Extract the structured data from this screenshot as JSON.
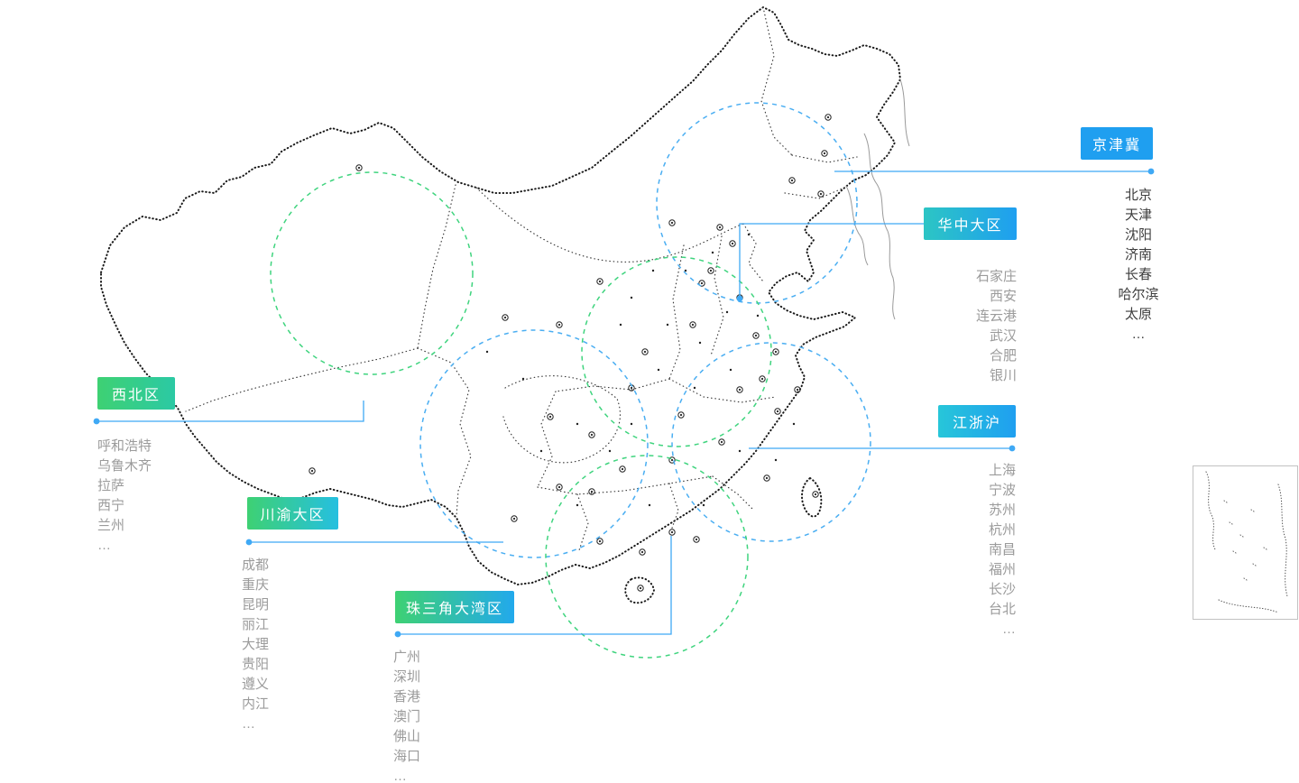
{
  "page": {
    "background": "#ffffff",
    "leader_line_color": "#3fa9f5",
    "circle_colors": {
      "blue": "#4aaef2",
      "green": "#3fd47e"
    }
  },
  "regions": [
    {
      "id": "jingjinji",
      "label": "京津冀",
      "badge_colors": [
        "#1f9ff0",
        "#1f9ff0"
      ],
      "cities": [
        "北京",
        "天津",
        "沈阳",
        "济南",
        "长春",
        "哈尔滨",
        "太原",
        "…"
      ]
    },
    {
      "id": "huazhong",
      "label": "华中大区",
      "badge_colors": [
        "#2cc5c4",
        "#1f9ff0"
      ],
      "cities": [
        "石家庄",
        "西安",
        "连云港",
        "武汉",
        "合肥",
        "银川"
      ]
    },
    {
      "id": "xibei",
      "label": "西北区",
      "badge_colors": [
        "#3ed173",
        "#2bc9a4"
      ],
      "cities": [
        "呼和浩特",
        "乌鲁木齐",
        "拉萨",
        "西宁",
        "兰州",
        "…"
      ]
    },
    {
      "id": "chuanyu",
      "label": "川渝大区",
      "badge_colors": [
        "#3ed173",
        "#25bfe0"
      ],
      "cities": [
        "成都",
        "重庆",
        "昆明",
        "丽江",
        "大理",
        "贵阳",
        "遵义",
        "内江",
        "…"
      ]
    },
    {
      "id": "zhusanjiao",
      "label": "珠三角大湾区",
      "badge_colors": [
        "#3ed173",
        "#22a9ec"
      ],
      "cities": [
        "广州",
        "深圳",
        "香港",
        "澳门",
        "佛山",
        "海口",
        "…"
      ]
    },
    {
      "id": "jiangzhehu",
      "label": "江浙沪",
      "badge_colors": [
        "#27c6d9",
        "#1f9ff0"
      ],
      "cities": [
        "上海",
        "宁波",
        "苏州",
        "杭州",
        "南昌",
        "福州",
        "长沙",
        "台北",
        "…"
      ]
    }
  ]
}
